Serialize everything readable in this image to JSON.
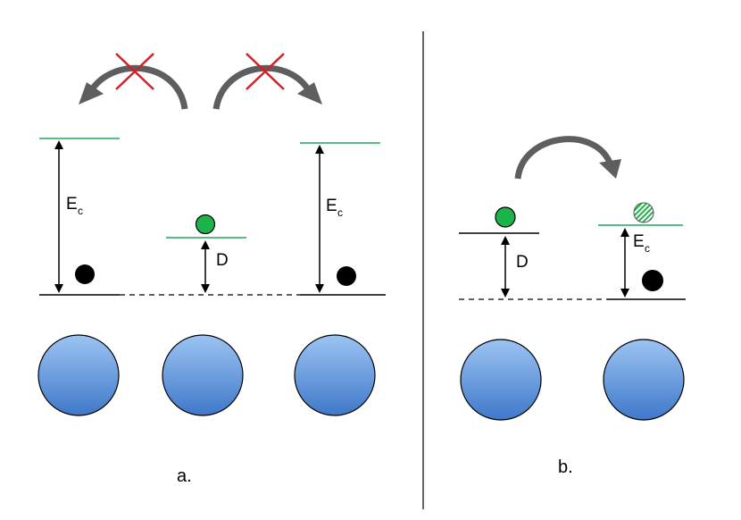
{
  "panels": {
    "a": {
      "caption": "a.",
      "labels": {
        "ec_left": "E",
        "ec_left_sub": "c",
        "d": "D",
        "ec_right": "E",
        "ec_right_sub": "c"
      }
    },
    "b": {
      "caption": "b.",
      "labels": {
        "d": "D",
        "ec": "E",
        "ec_sub": "c"
      }
    }
  },
  "colors": {
    "level_line": "#22a85b",
    "electron_green": "#1cb34a",
    "electron_black": "#000000",
    "atom_top": "#9cc4f3",
    "atom_bottom": "#3f78c9",
    "arrow_gray": "#5e5e5e",
    "cross_red": "#d41f26"
  }
}
